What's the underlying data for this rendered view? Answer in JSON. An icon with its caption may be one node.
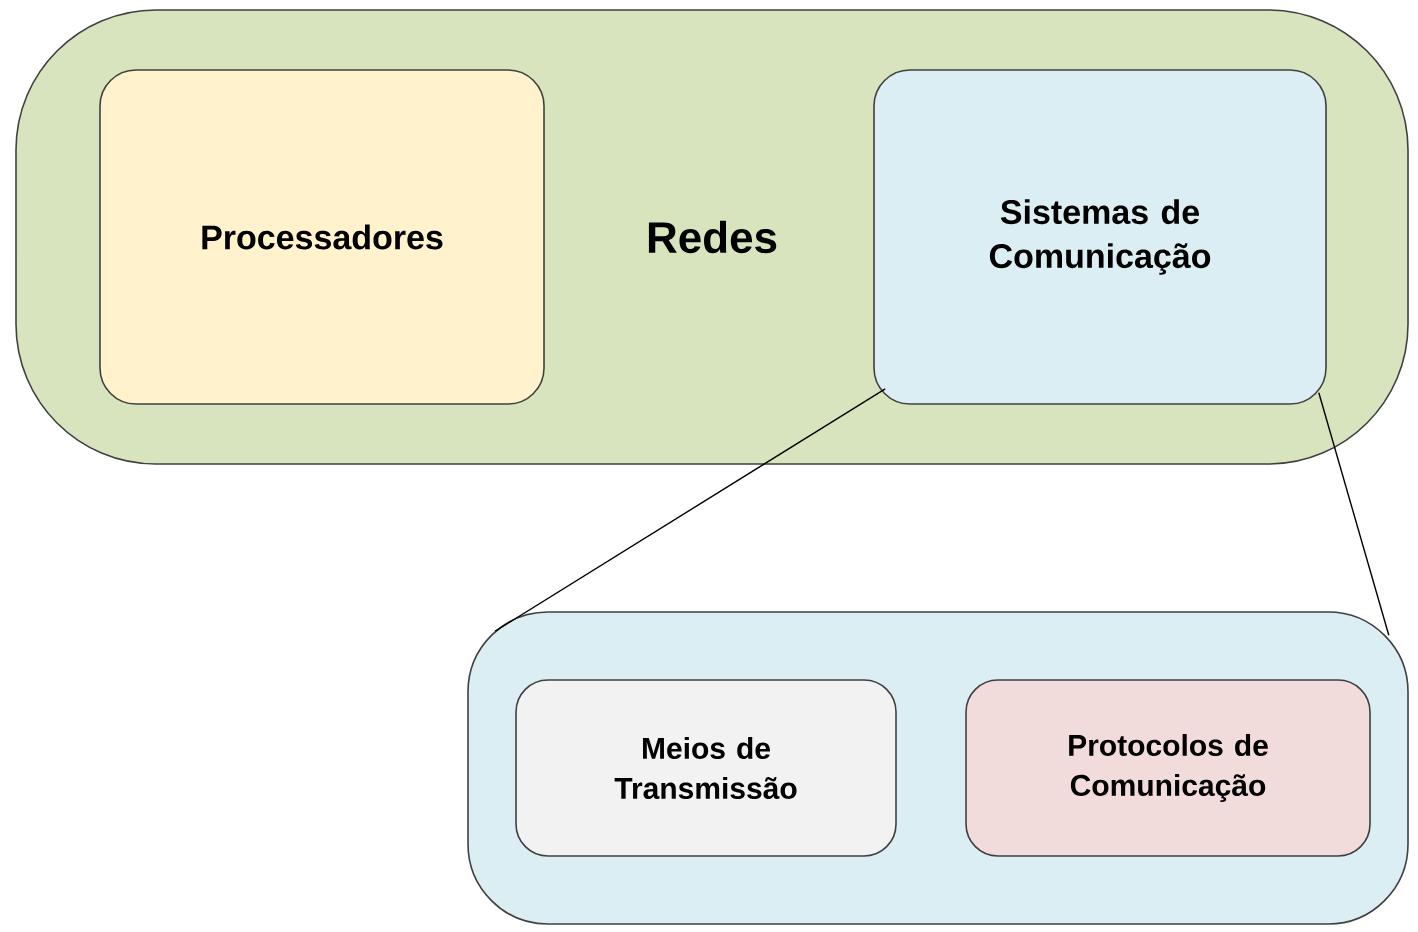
{
  "diagram": {
    "nodes": [
      {
        "text": [
          "Redes"
        ]
      },
      {
        "text": [
          "Processadores"
        ],
        "in": 0
      },
      {
        "text": [
          "Sistemas de Comunicação"
        ],
        "in": 0
      },
      {
        "text": [],
        "shape": "box"
      },
      {
        "text": [
          "Meios de Transmissão"
        ],
        "in": 3
      },
      {
        "text": [
          "Protocolos de Comunicação"
        ],
        "in": 3
      }
    ],
    "edges": [
      {
        "from": 2,
        "to": 3,
        "arrow": "none"
      },
      {
        "from": 2,
        "to": 3,
        "arrow": "none"
      }
    ]
  }
}
